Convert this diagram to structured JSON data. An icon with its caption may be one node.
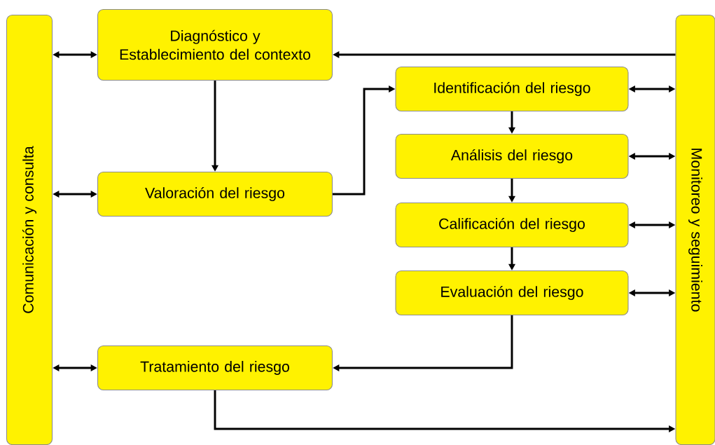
{
  "diagram": {
    "nodes": [
      {
        "text": [
          "Comunicación y consulta"
        ]
      },
      {
        "text": [
          "Diagnóstico y Establecimiento del contexto"
        ]
      },
      {
        "text": [
          "Valoración del riesgo"
        ]
      },
      {
        "text": [
          "Identificación del riesgo"
        ]
      },
      {
        "text": [
          "Análisis del riesgo"
        ]
      },
      {
        "text": [
          "Calificación del riesgo"
        ]
      },
      {
        "text": [
          "Evaluación del riesgo"
        ]
      },
      {
        "text": [
          "Tratamiento del riesgo"
        ]
      },
      {
        "text": [
          "Monitoreo y seguimiento"
        ]
      }
    ],
    "edges": [
      {
        "from": 0,
        "to": 1,
        "arrow": "both"
      },
      {
        "from": 0,
        "to": 2,
        "arrow": "both"
      },
      {
        "from": 0,
        "to": 7,
        "arrow": "both"
      },
      {
        "from": 8,
        "to": 1,
        "arrow": "to"
      },
      {
        "from": 1,
        "to": 2,
        "arrow": "to"
      },
      {
        "from": 2,
        "to": 3,
        "arrow": "to"
      },
      {
        "from": 3,
        "to": 4,
        "arrow": "to"
      },
      {
        "from": 4,
        "to": 5,
        "arrow": "to"
      },
      {
        "from": 5,
        "to": 6,
        "arrow": "to"
      },
      {
        "from": 6,
        "to": 7,
        "arrow": "to"
      },
      {
        "from": 7,
        "to": 8,
        "arrow": "to"
      },
      {
        "from": 3,
        "to": 8,
        "arrow": "both"
      },
      {
        "from": 4,
        "to": 8,
        "arrow": "both"
      },
      {
        "from": 5,
        "to": 8,
        "arrow": "both"
      },
      {
        "from": 6,
        "to": 8,
        "arrow": "both"
      }
    ]
  }
}
